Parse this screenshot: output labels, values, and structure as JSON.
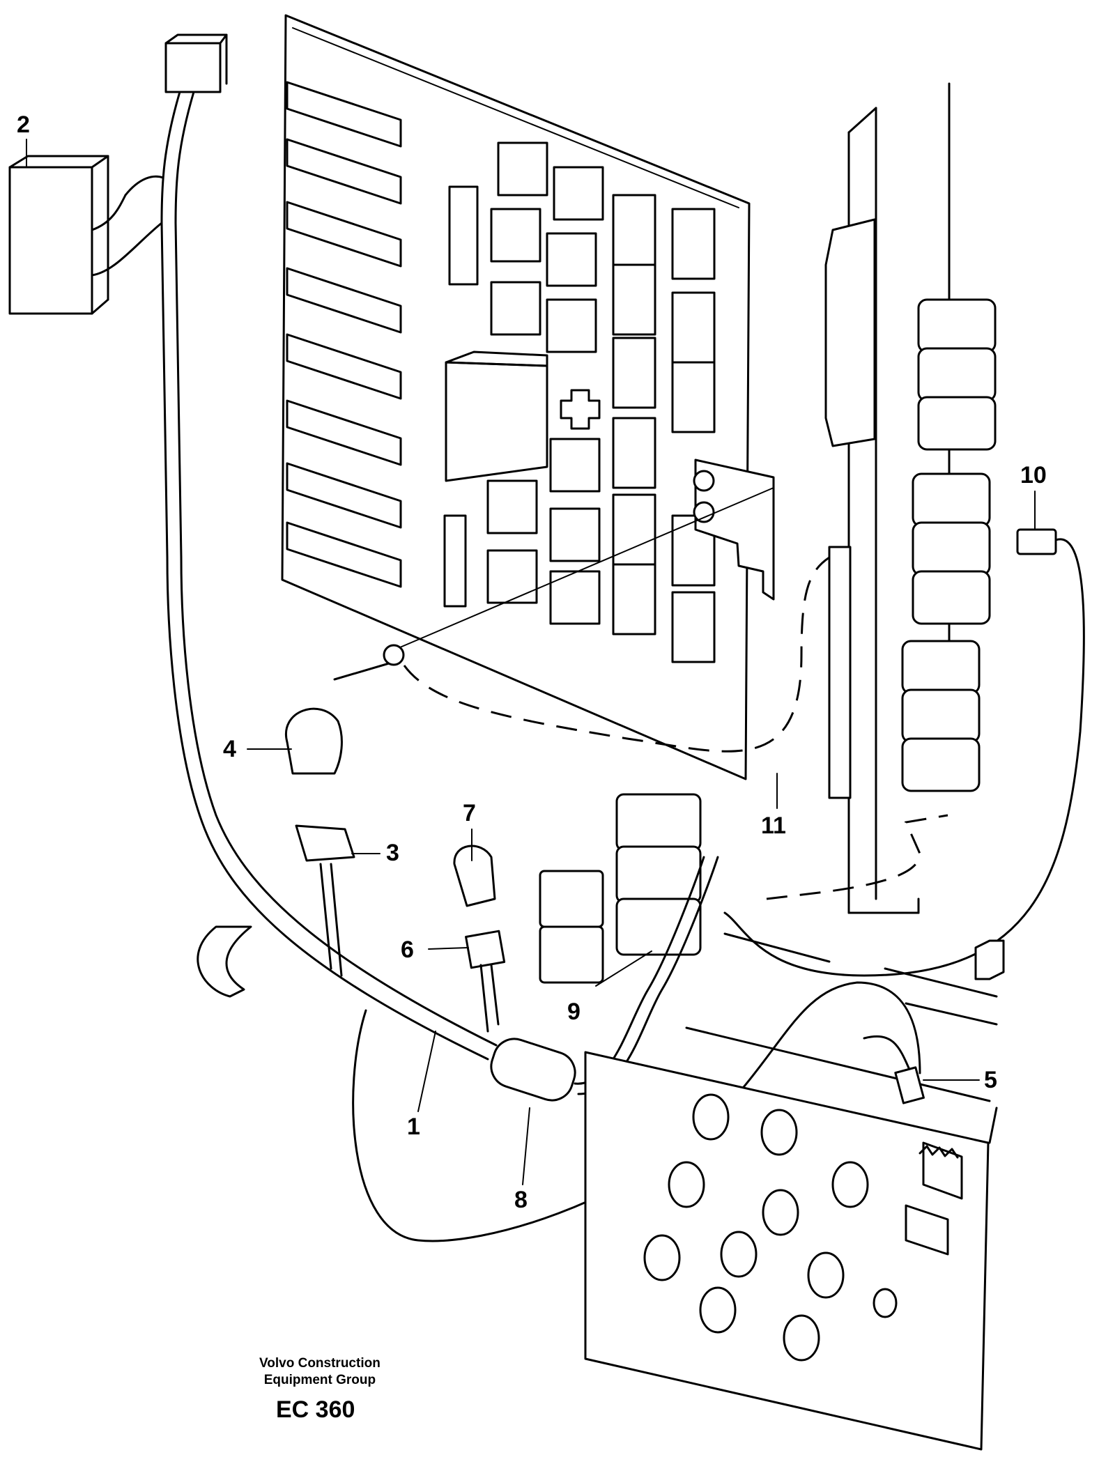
{
  "callouts": {
    "c1": "1",
    "c2": "2",
    "c3": "3",
    "c4": "4",
    "c5": "5",
    "c6": "6",
    "c7": "7",
    "c8": "8",
    "c9": "9",
    "c10": "10",
    "c11": "11"
  },
  "caption": {
    "line1": "Volvo Construction",
    "line2": "Equipment Group",
    "model": "EC 360"
  }
}
